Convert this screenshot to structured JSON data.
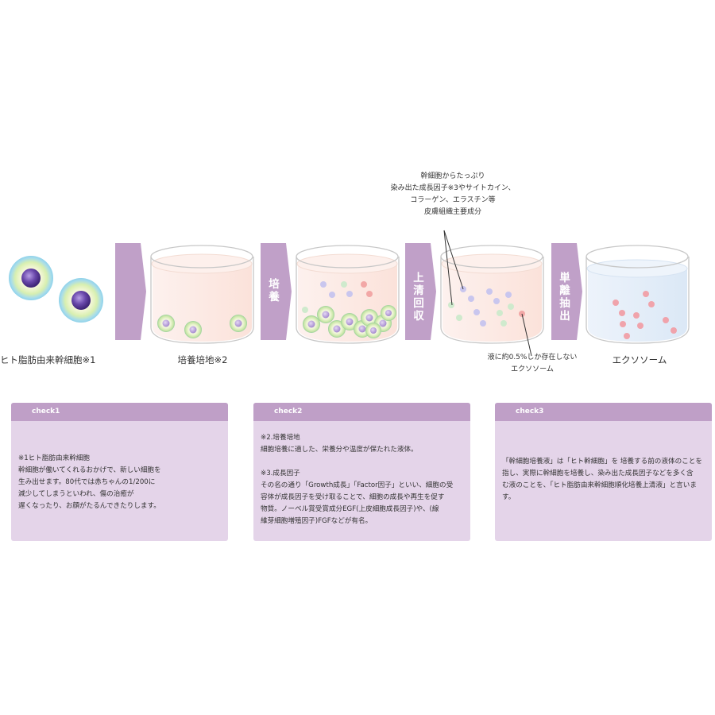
{
  "steps": {
    "stem_cell": "ヒト脂肪由来幹細胞※1",
    "culture_medium": "培養培地※2",
    "exosome": "エクソソーム"
  },
  "arrows": {
    "culture": "培養",
    "supernatant": "上清回収",
    "isolation": "単離抽出"
  },
  "annotations": {
    "growth_factors": [
      "幹細胞からたっぷり",
      "染み出た成長因子※3やサイトカイン、",
      "コラーゲン、エラスチン等",
      "皮膚組織主要成分"
    ],
    "exosome_note": [
      "液に約0.5%しか存在しない",
      "エクソソーム"
    ]
  },
  "cards": [
    {
      "title": "check1",
      "lines": [
        "※1ヒト脂肪由来幹細胞",
        "幹細胞が働いてくれるおかげで、新しい細胞を",
        "生み出せます。80代では赤ちゃんの1/200に",
        "減少してしまうといわれ、傷の治癒が",
        "遅くなったり、お顔がたるんできたりします。"
      ]
    },
    {
      "title": "check2",
      "lines": [
        "※2.培養培地",
        "細胞培養に適した、栄養分や温度が保たれた液体。",
        "",
        "※3.成長因子",
        "その名の通り「Growth成長」「Factor因子」といい、細胞の受",
        "容体が成長因子を受け取ることで、細胞の成長や再生を促す",
        "物質。ノーベル賞受賞成分EGF(上皮細胞成長因子)や、(線",
        "維芽細胞増殖因子)FGFなどが有名。"
      ]
    },
    {
      "title": "check3",
      "lines": [
        "「幹細胞培養液」は「ヒト幹細胞」を 培養する前の液体のことを",
        "指し、実際に幹細胞を培養し、染み出た成長因子などを多く含",
        "む液のことを、「ヒト脂肪由来幹細胞順化培養上清液」と言いま",
        "す。"
      ]
    }
  ],
  "colors": {
    "arrow": "#c0a0c8",
    "card_header": "#bf9fc7",
    "card_body": "#e4d4e9",
    "cell_nucleus": "#5a3d94",
    "exosome": "#e6868e"
  }
}
